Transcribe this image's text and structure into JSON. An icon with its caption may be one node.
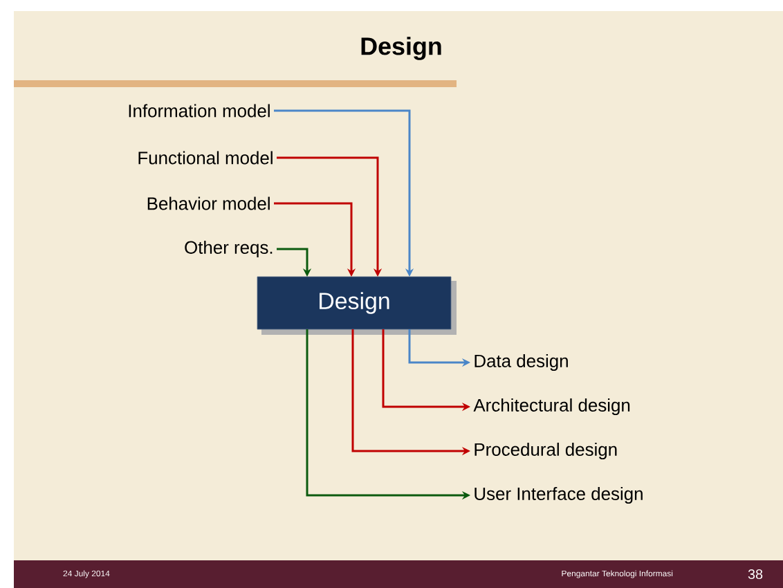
{
  "diagram": {
    "title": "Design",
    "nodes": [
      {
        "text": [
          "Information model"
        ]
      },
      {
        "text": [
          "Functional model"
        ]
      },
      {
        "text": [
          "Behavior model"
        ]
      },
      {
        "text": [
          "Other reqs."
        ]
      },
      {
        "text": [
          "Design"
        ]
      },
      {
        "text": [
          "Data design"
        ]
      },
      {
        "text": [
          "Architectural design"
        ]
      },
      {
        "text": [
          "Procedural design"
        ]
      },
      {
        "text": [
          "User Interface design"
        ]
      }
    ],
    "edges": [
      {
        "from": 0,
        "to": 4,
        "arrow": "to",
        "color": "#4a86c8"
      },
      {
        "from": 1,
        "to": 4,
        "arrow": "to"
      },
      {
        "from": 2,
        "to": 4,
        "arrow": "to"
      },
      {
        "from": 3,
        "to": 4,
        "arrow": "to",
        "color": "#0b5a0e"
      },
      {
        "from": 4,
        "to": 5,
        "arrow": "to",
        "color": "#4a86c8"
      },
      {
        "from": 4,
        "to": 6,
        "arrow": "to"
      },
      {
        "from": 4,
        "to": 7,
        "arrow": "to"
      },
      {
        "from": 4,
        "to": 8,
        "arrow": "to",
        "color": "#0b5a0e"
      }
    ],
    "labels": [
      "24 July 2014",
      "Pengantar Teknologi Informasi",
      "38"
    ]
  }
}
